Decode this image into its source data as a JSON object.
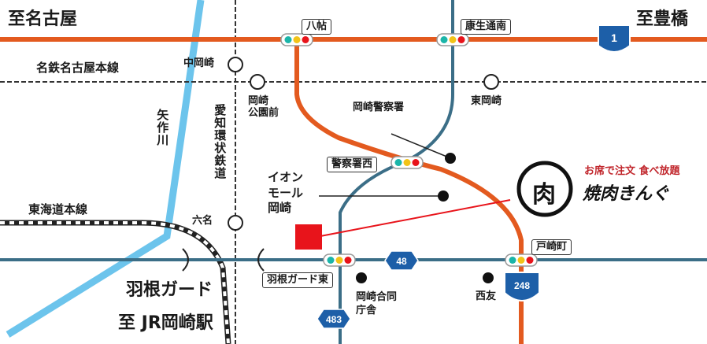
{
  "map": {
    "directions": {
      "west": "至名古屋",
      "east": "至豊橋",
      "south": "至 JR岡崎駅"
    },
    "railways": {
      "meitetsu": "名鉄名古屋本線",
      "aichi_kanjo": "愛知環状鉄道",
      "tokaido": "東海道本線"
    },
    "stations": {
      "nakaokazaki": "中岡崎",
      "okazaki_koenmae": "岡崎\n公園前",
      "higashi_okazaki": "東岡崎",
      "mutsuna": "六名"
    },
    "river": "矢作川",
    "intersections": {
      "hacchou": "八帖",
      "kouseitoorininami": "康生通南",
      "keisatsushonishi": "警察署西",
      "tozakicho": "戸崎町",
      "hane_guard_higashi": "羽根ガード東"
    },
    "landmarks": {
      "police": "岡崎警察署",
      "aeon": "イオン\nモール\n岡崎",
      "godo_chosha": "岡崎合同\n庁舎",
      "nishitomo": "西友",
      "hane_guard": "羽根ガード"
    },
    "routes": {
      "r1": "1",
      "r48": "48",
      "r248": "248",
      "r483": "483"
    },
    "store": {
      "logo_char": "肉",
      "tagline": "お席で注文 食べ放題",
      "name": "焼肉きんぐ"
    },
    "colors": {
      "main_road": "#e35a1f",
      "road": "#3b6e87",
      "river": "#6cc4ec",
      "rail": "#333333",
      "store_marker": "#e8141b",
      "route_shield": "#1d5fa8"
    }
  }
}
